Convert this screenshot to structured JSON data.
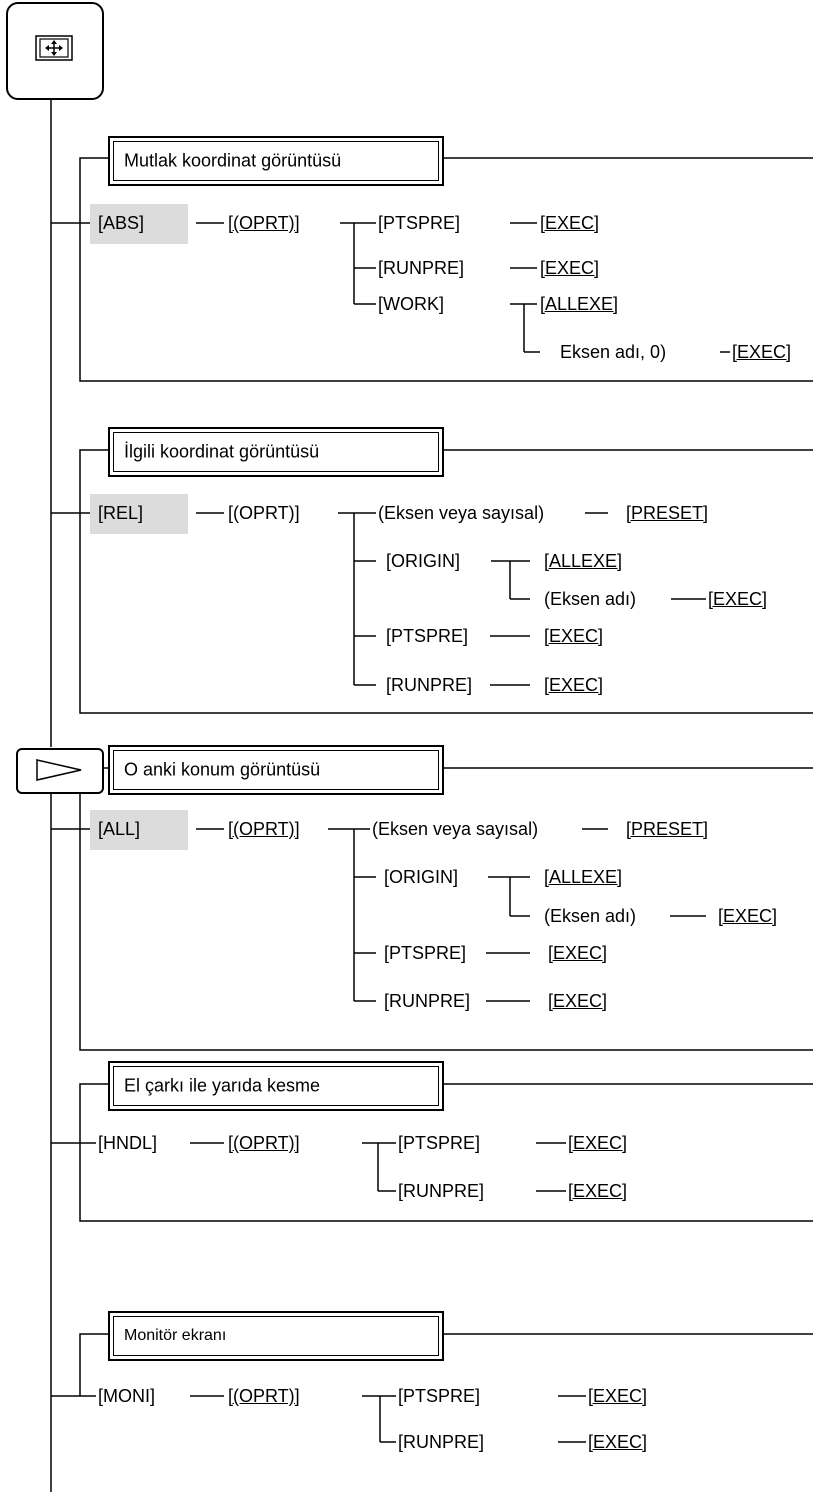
{
  "groups": [
    {
      "title": "Mutlak koordinat görüntüsü",
      "key": "[ABS]",
      "oprt": "[(OPRT)]",
      "items": [
        "[PTSPRE]",
        "[EXEC]",
        "[RUNPRE]",
        "[EXEC]",
        "[WORK]",
        "[ALLEXE]",
        "Eksen adı, 0)",
        "[EXEC]"
      ]
    },
    {
      "title": "İlgili koordinat görüntüsü",
      "key": "[REL]",
      "oprt": "[(OPRT)]",
      "items": [
        "(Eksen veya sayısal)",
        "[PRESET]",
        "[ORIGIN]",
        "[ALLEXE]",
        "(Eksen adı)",
        "[EXEC]",
        "[PTSPRE]",
        "[EXEC]",
        "[RUNPRE]",
        "[EXEC]"
      ]
    },
    {
      "title": "O anki konum görüntüsü",
      "key": "[ALL]",
      "oprt": "[(OPRT)]",
      "items": [
        "(Eksen veya sayısal)",
        "[PRESET]",
        "[ORIGIN]",
        "[ALLEXE]",
        "(Eksen adı)",
        "[EXEC]",
        "[PTSPRE]",
        "[EXEC]",
        "[RUNPRE]",
        "[EXEC]"
      ]
    },
    {
      "title": "El çarkı ile yarıda kesme",
      "key": "[HNDL]",
      "oprt": "[(OPRT)]",
      "items": [
        "[PTSPRE]",
        "[EXEC]",
        "[RUNPRE]",
        "[EXEC]"
      ]
    },
    {
      "title": "Monitör ekranı",
      "key": "[MONI]",
      "oprt": "[(OPRT)]",
      "items": [
        "[PTSPRE]",
        "[EXEC]",
        "[RUNPRE]",
        "[EXEC]"
      ]
    }
  ]
}
